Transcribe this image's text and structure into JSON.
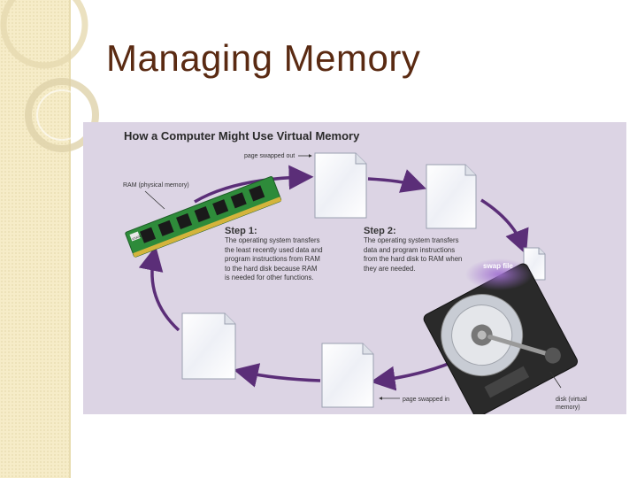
{
  "slide": {
    "title": "Managing Memory"
  },
  "figure": {
    "title": "How a Computer Might Use Virtual Memory",
    "labels": {
      "page_swapped_out": "page swapped out",
      "ram": "RAM (physical memory)",
      "swap_file": "swap file",
      "page_swapped_in": "page swapped in",
      "disk": "disk (virtual memory)",
      "ram_brand": "crucial"
    },
    "step1": {
      "head": "Step 1:",
      "body": "The operating system transfers the least recently used data and program instructions from RAM to the hard disk because RAM is needed for other functions."
    },
    "step2": {
      "head": "Step 2:",
      "body": "The operating system transfers data and program instructions from the hard disk to RAM when they are needed."
    }
  },
  "colors": {
    "title": "#5a2a12",
    "side_band": "#f6ecc8",
    "figure_bg": "#dcd4e4",
    "arrow": "#5b2e78",
    "ram_board": "#2e8b3a"
  }
}
